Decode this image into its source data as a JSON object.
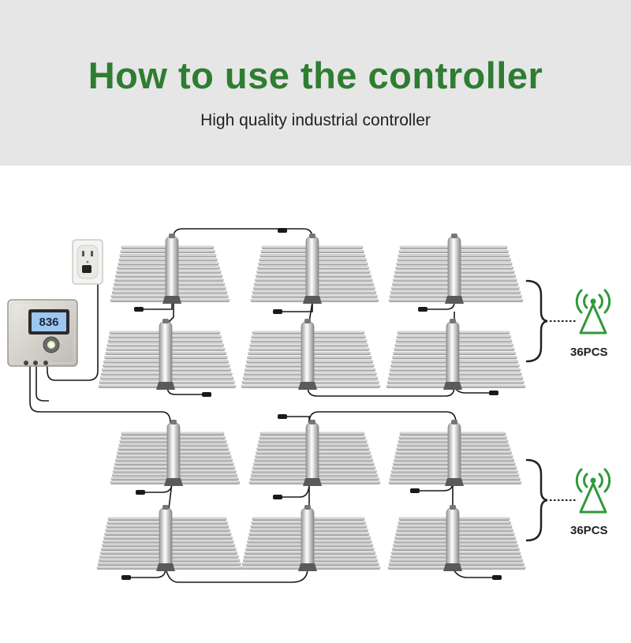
{
  "header": {
    "title": "How to use the controller",
    "subtitle": "High quality industrial controller"
  },
  "controller": {
    "display_value": "836"
  },
  "groups": [
    {
      "count_label": "36PCS"
    },
    {
      "count_label": "36PCS"
    }
  ],
  "colors": {
    "title": "#2e7d32",
    "antenna": "#2e9a3a",
    "header_bg": "#e6e6e6",
    "display_bg": "#9cc7f0"
  },
  "icons": [
    "wall-outlet-icon",
    "controller-device-icon",
    "wifi-antenna-icon",
    "brace-icon"
  ]
}
